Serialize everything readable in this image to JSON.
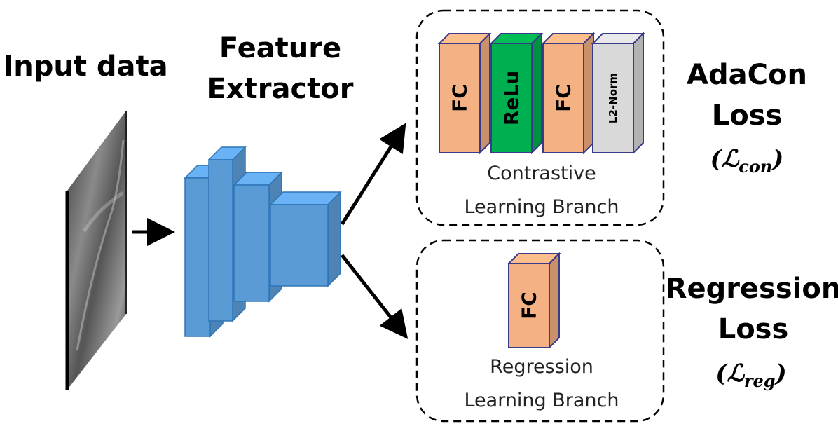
{
  "input": {
    "label": "Input data"
  },
  "extractor": {
    "label_line1": "Feature",
    "label_line2": "Extractor"
  },
  "contrastive_branch": {
    "layers": [
      {
        "label": "FC",
        "color": "#f4b183"
      },
      {
        "label": "ReLu",
        "color": "#00b050"
      },
      {
        "label": "FC",
        "color": "#f4b183"
      },
      {
        "label": "L2-Norm",
        "color": "#d9d9d9"
      }
    ],
    "caption_line1": "Contrastive",
    "caption_line2": "Learning Branch"
  },
  "regression_branch": {
    "layers": [
      {
        "label": "FC",
        "color": "#f4b183"
      }
    ],
    "caption_line1": "Regression",
    "caption_line2": "Learning Branch"
  },
  "adacon_loss": {
    "line1": "AdaCon",
    "line2": "Loss",
    "open": "(",
    "symbol": "ℒ",
    "subscript": "con",
    "close": ")"
  },
  "regression_loss": {
    "line1": "Regression",
    "line2": "Loss",
    "open": "(",
    "symbol": "ℒ",
    "subscript": "reg",
    "close": ")"
  },
  "colors": {
    "cnn_blue": "#5b9bd5",
    "cnn_edge": "#2e75b6",
    "box_edge": "#3a3a8a"
  }
}
